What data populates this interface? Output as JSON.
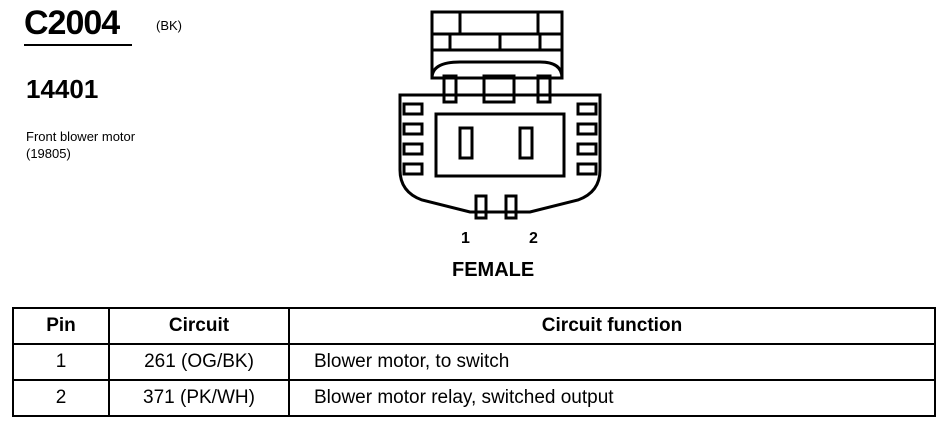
{
  "connector": {
    "id": "C2004",
    "color": "(BK)",
    "part_number": "14401",
    "description_line1": "Front blower motor",
    "description_line2": "(19805)"
  },
  "diagram": {
    "pin_labels": [
      "1",
      "2"
    ],
    "gender": "FEMALE"
  },
  "table": {
    "headers": [
      "Pin",
      "Circuit",
      "Circuit function"
    ],
    "rows": [
      {
        "pin": "1",
        "circuit": "261 (OG/BK)",
        "function": "Blower motor, to switch"
      },
      {
        "pin": "2",
        "circuit": "371 (PK/WH)",
        "function": "Blower motor relay, switched output"
      }
    ]
  }
}
